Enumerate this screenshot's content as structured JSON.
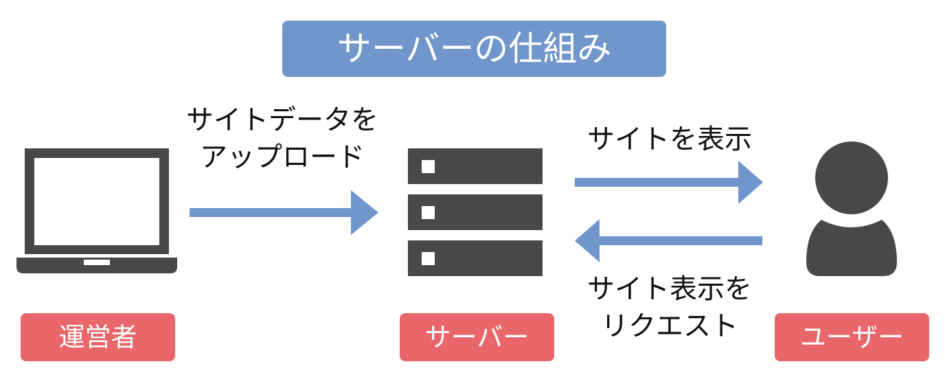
{
  "title": "サーバーの仕組み",
  "nodes": {
    "operator": {
      "label": "運営者",
      "icon": "laptop-icon"
    },
    "server": {
      "label": "サーバー",
      "icon": "server-icon"
    },
    "user": {
      "label": "ユーザー",
      "icon": "user-icon"
    }
  },
  "edges": {
    "upload": {
      "line1": "サイトデータを",
      "line2": "アップロード"
    },
    "display": {
      "line1": "サイトを表示"
    },
    "request": {
      "line1": "サイト表示を",
      "line2": "リクエスト"
    }
  },
  "colors": {
    "title_bg": "#7096cc",
    "label_bg": "#e9676a",
    "arrow": "#7096cc",
    "icon": "#484848"
  }
}
